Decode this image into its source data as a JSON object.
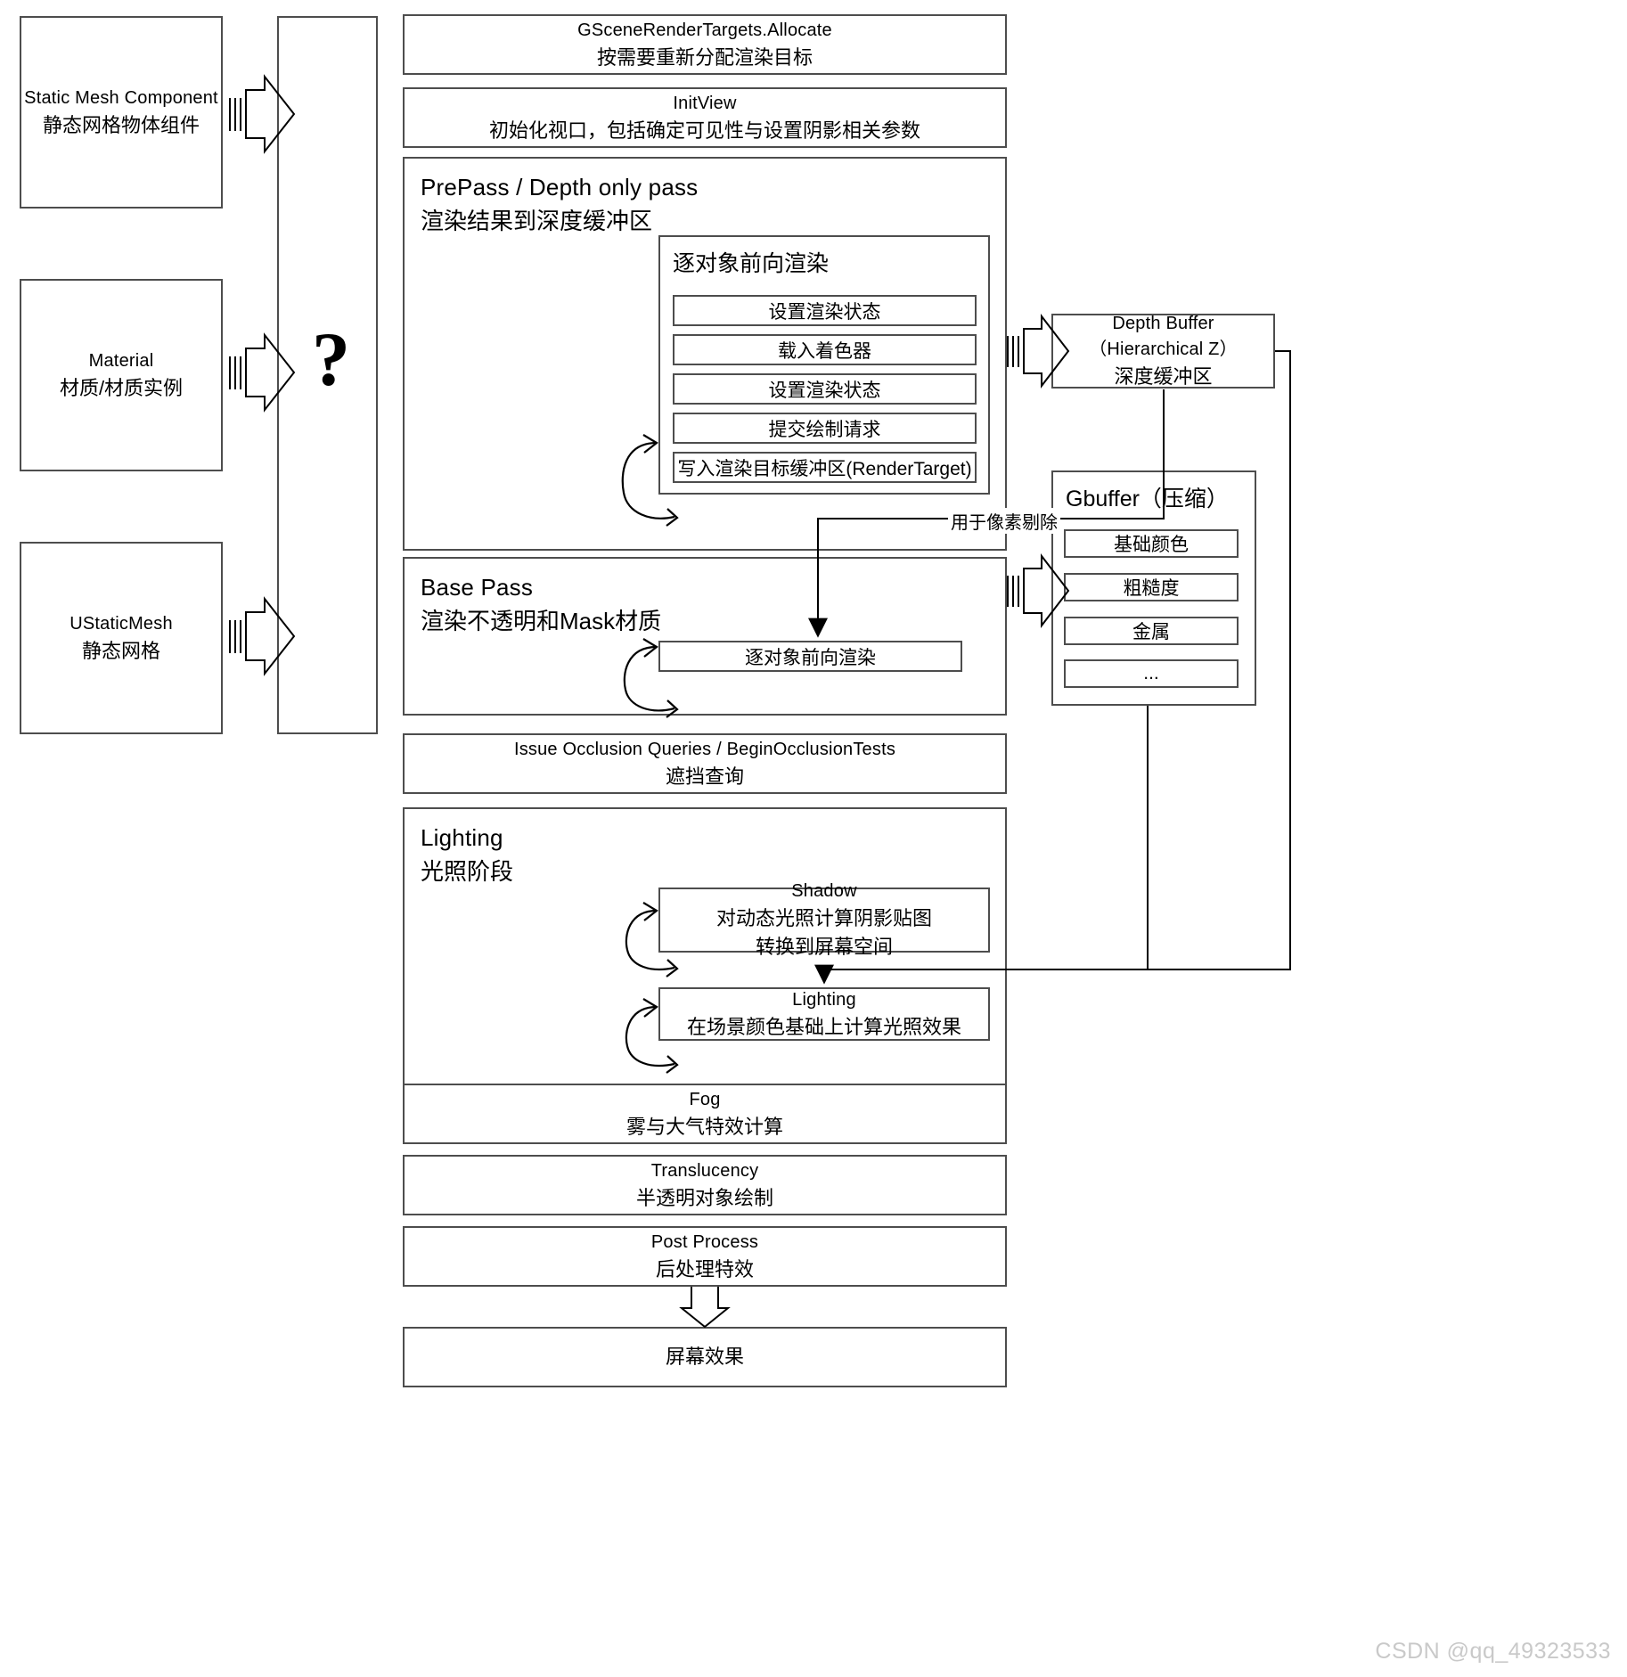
{
  "diagram": {
    "title_watermark": "CSDN @qq_49323533",
    "unknown_marker": "?",
    "left_inputs": [
      {
        "en": "Static Mesh Component",
        "cn": "静态网格物体组件"
      },
      {
        "en": "Material",
        "cn": "材质/材质实例"
      },
      {
        "en": "UStaticMesh",
        "cn": "静态网格"
      }
    ],
    "pipeline": [
      {
        "en": "GSceneRenderTargets.Allocate",
        "cn": "按需要重新分配渲染目标"
      },
      {
        "en": "InitView",
        "cn": "初始化视口，包括确定可见性与设置阴影相关参数"
      },
      {
        "en": "PrePass / Depth only pass",
        "cn": "渲染结果到深度缓冲区"
      },
      {
        "en": "Base Pass",
        "cn": "渲染不透明和Mask材质"
      },
      {
        "en": "Issue Occlusion Queries / BeginOcclusionTests",
        "cn": "遮挡查询"
      },
      {
        "en": "Lighting",
        "cn": "光照阶段"
      },
      {
        "en": "Fog",
        "cn": "雾与大气特效计算"
      },
      {
        "en": "Translucency",
        "cn": "半透明对象绘制"
      },
      {
        "en": "Post Process",
        "cn": "后处理特效"
      }
    ],
    "prepass": {
      "inner_title": "逐对象前向渲染",
      "steps": [
        "设置渲染状态",
        "载入着色器",
        "设置渲染状态",
        "提交绘制请求",
        "写入渲染目标缓冲区(RenderTarget)"
      ]
    },
    "basepass": {
      "inner_step": "逐对象前向渲染"
    },
    "lighting_stage": {
      "shadow": {
        "en": "Shadow",
        "cn1": "对动态光照计算阴影贴图",
        "cn2": "转换到屏幕空间"
      },
      "lighting": {
        "en": "Lighting",
        "cn": "在场景颜色基础上计算光照效果"
      }
    },
    "depth_buffer": {
      "en": "Depth Buffer",
      "paren": "（Hierarchical Z）",
      "cn": "深度缓冲区"
    },
    "gbuffer": {
      "title": "Gbuffer（压缩）",
      "items": [
        "基础颜色",
        "粗糙度",
        "金属",
        "..."
      ]
    },
    "edge_labels": {
      "pixel_cull": "用于像素剔除"
    },
    "final_output": {
      "cn": "屏幕效果"
    },
    "colors": {
      "stroke": "#4d4d4d",
      "line": "#000000",
      "background": "#ffffff",
      "watermark": "#c9c9c9"
    }
  }
}
